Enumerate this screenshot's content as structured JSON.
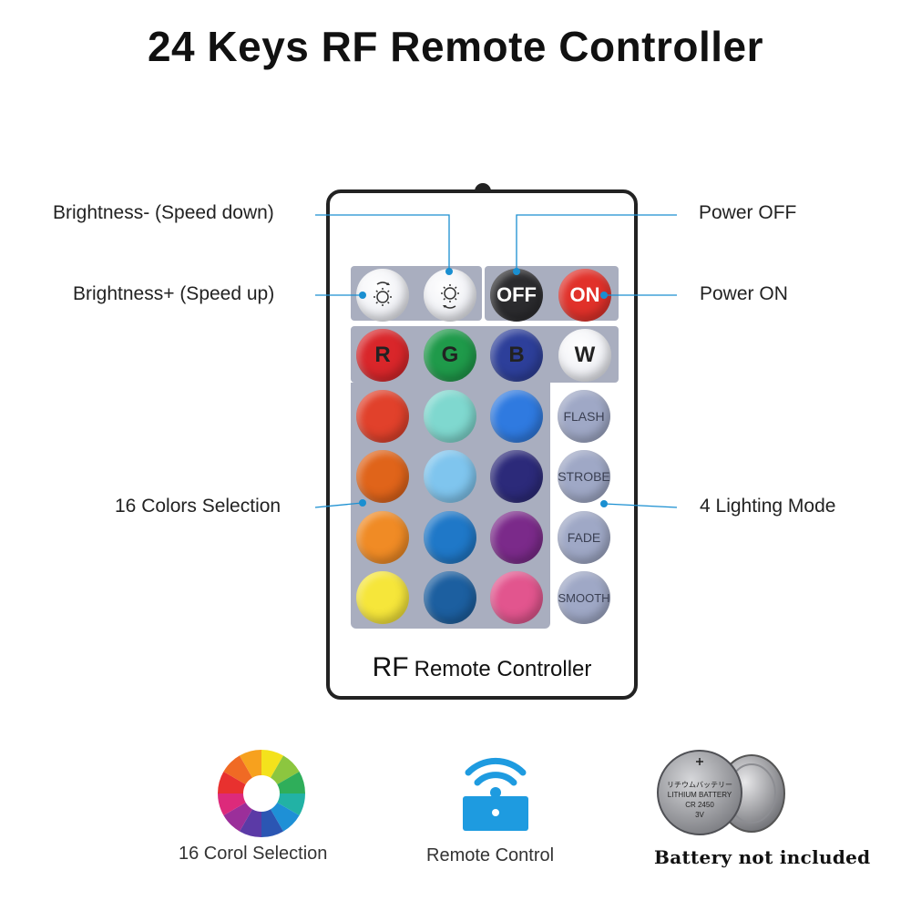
{
  "title": "24 Keys RF Remote Controller",
  "callouts": {
    "brightness_down": "Brightness- (Speed down)",
    "brightness_up": "Brightness+ (Speed up)",
    "colors": "16 Colors Selection",
    "power_off": "Power OFF",
    "power_on": "Power ON",
    "modes": "4 Lighting Mode"
  },
  "remote": {
    "off_label": "OFF",
    "on_label": "ON",
    "rgbw": [
      "R",
      "G",
      "B",
      "W"
    ],
    "modes": [
      "FLASH",
      "STROBE",
      "FADE",
      "SMOOTH"
    ],
    "label_rf": "RF",
    "label_rest": "Remote Controller"
  },
  "colors": {
    "accent_line": "#1a8fd1",
    "panel": "#a9aebf",
    "grid": [
      [
        "#e1412b",
        "#7fd8cf",
        "#2f7ae0"
      ],
      [
        "#e0641a",
        "#7fc5ee",
        "#2c2a7a"
      ],
      [
        "#f08b25",
        "#1f78c8",
        "#7b2a8a"
      ],
      [
        "#f6e63a",
        "#1c5fa0",
        "#e2558e"
      ]
    ]
  },
  "bottom": {
    "colors_label": "16 Corol Selection",
    "remote_label": "Remote Control",
    "battery_label": "Battery not included",
    "battery_text": [
      "リチウムバッテリー",
      "LITHIUM BATTERY",
      "CR 2450",
      "3V"
    ]
  }
}
